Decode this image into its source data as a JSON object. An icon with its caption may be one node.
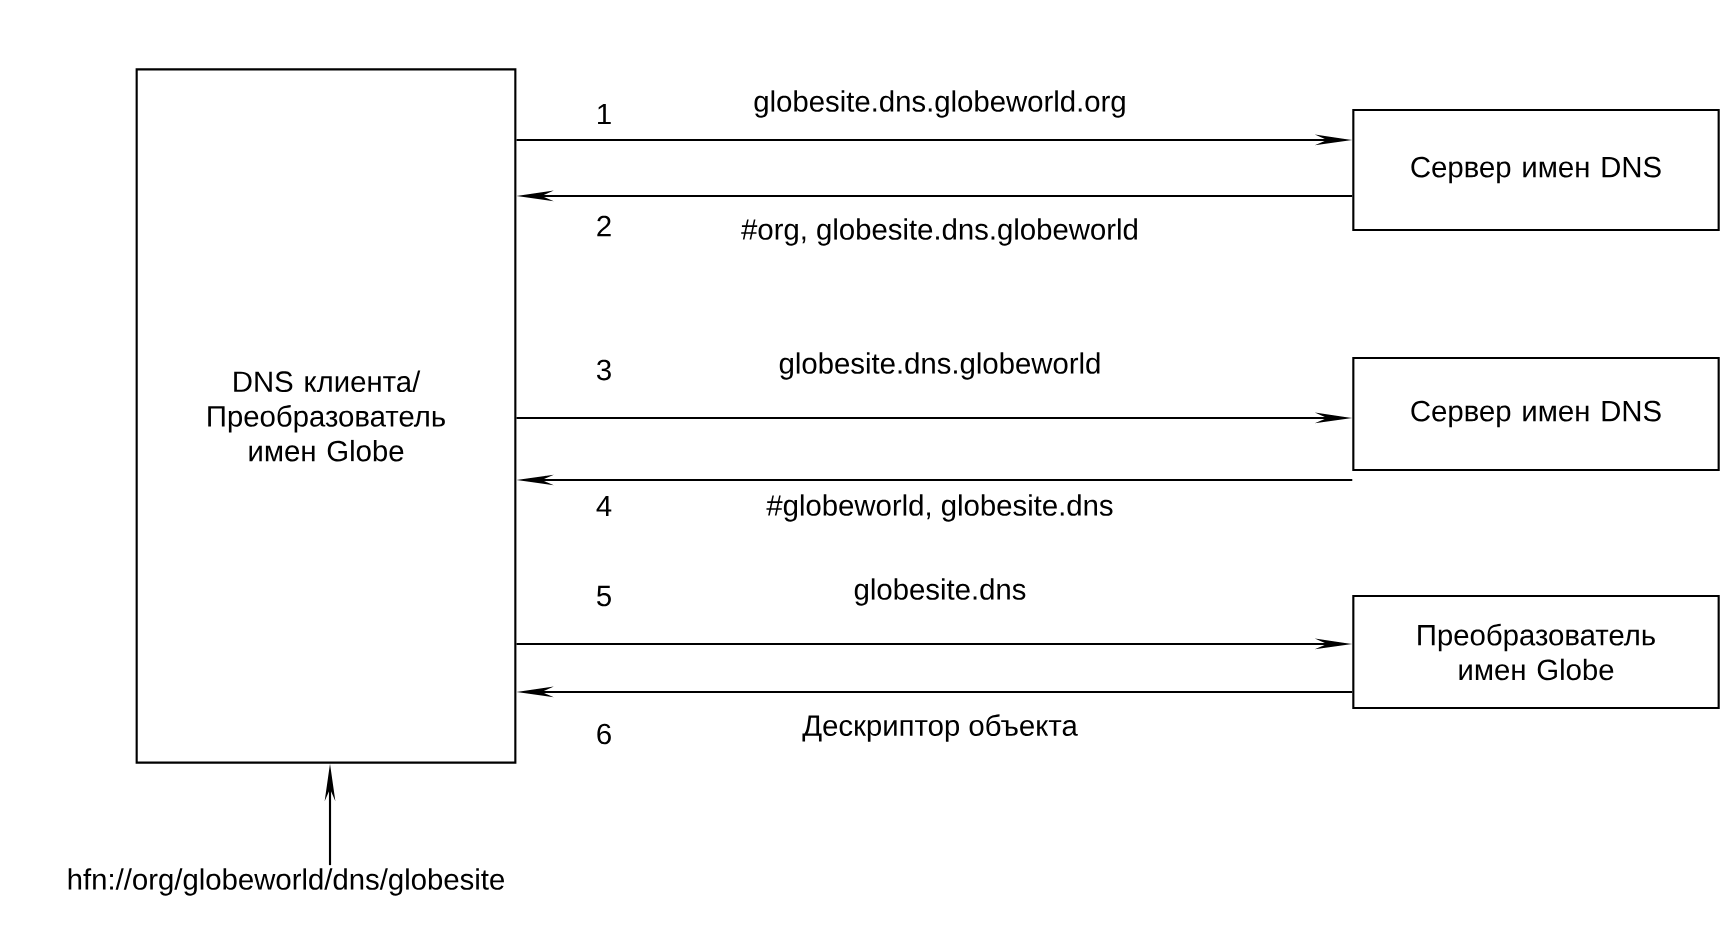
{
  "diagram": {
    "nodes": [
      {
        "text": [
          "DNS клиента/ Преобразователь имен Globe"
        ]
      },
      {
        "text": [
          "Сервер имен DNS"
        ]
      },
      {
        "text": [
          "Сервер имен DNS"
        ]
      },
      {
        "text": [
          "Преобразователь имен Globe"
        ]
      },
      {
        "text": [
          "hfn://org/globeworld/dns/globesite"
        ]
      }
    ],
    "edges": [
      {
        "from": 0,
        "to": 1,
        "arrow": "to",
        "label": "globesite.dns.globeworld.org"
      },
      {
        "from": 1,
        "to": 0,
        "arrow": "to",
        "label": "#org, globesite.dns.globeworld"
      },
      {
        "from": 0,
        "to": 2,
        "arrow": "to",
        "label": "globesite.dns.globeworld"
      },
      {
        "from": 2,
        "to": 0,
        "arrow": "to",
        "label": "#globeworld, globesite.dns"
      },
      {
        "from": 0,
        "to": 3,
        "arrow": "to",
        "label": "globesite.dns"
      },
      {
        "from": 3,
        "to": 0,
        "arrow": "to",
        "label": "Дескриптор объекта"
      },
      {
        "from": 4,
        "to": 0,
        "arrow": "to"
      }
    ],
    "labels": [
      "1",
      "2",
      "3",
      "4",
      "5",
      "6"
    ]
  }
}
